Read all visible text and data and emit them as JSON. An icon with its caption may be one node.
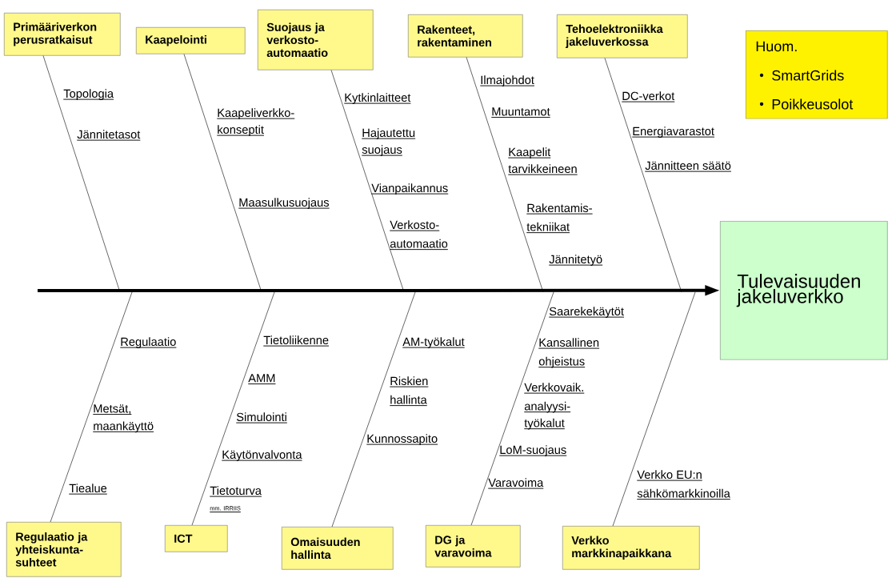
{
  "diagram": {
    "nodes": [
      {
        "text": [
          "Primääriverkon perusratkaisut"
        ]
      },
      {
        "text": [
          "Kaapelointi"
        ]
      },
      {
        "text": [
          "Suojaus ja verkosto-automaatio"
        ]
      },
      {
        "text": [
          "Rakenteet, rakentaminen"
        ]
      },
      {
        "text": [
          "Tehoelektroniikka jakeluverkossa"
        ]
      },
      {
        "text": [
          "Huom.",
          "SmartGrids",
          "Poikkeusolot"
        ]
      },
      {
        "text": [
          "Tulevaisuuden jakeluverkko"
        ]
      },
      {
        "text": [
          "Regulaatio ja yhteiskunta-suhteet"
        ]
      },
      {
        "text": [
          "ICT"
        ]
      },
      {
        "text": [
          "Omaisuuden hallinta"
        ]
      },
      {
        "text": [
          "DG ja varavoima"
        ]
      },
      {
        "text": [
          "Verkko markkinapaikkana"
        ]
      }
    ],
    "edges": [
      {
        "from": 0,
        "to": null,
        "arrow": "none"
      },
      {
        "from": 1,
        "to": null,
        "arrow": "none"
      },
      {
        "from": 2,
        "to": null,
        "arrow": "none"
      },
      {
        "from": 3,
        "to": null,
        "arrow": "none"
      },
      {
        "from": 4,
        "to": null,
        "arrow": "none"
      },
      {
        "from": 7,
        "to": null,
        "arrow": "none"
      },
      {
        "from": 8,
        "to": null,
        "arrow": "none"
      },
      {
        "from": 9,
        "to": null,
        "arrow": "none"
      },
      {
        "from": 10,
        "to": null,
        "arrow": "none"
      },
      {
        "from": 11,
        "to": null,
        "arrow": "none"
      },
      {
        "from": null,
        "to": 6,
        "arrow": "to",
        "style": "thick"
      }
    ],
    "labels": [
      "Topologia",
      "Jännitetasot",
      "Kaapeliverkko- konseptit",
      "Maasulkusuojaus",
      "Kytkinlaitteet",
      "Hajautettu suojaus",
      "Vianpaikannus",
      "Verkosto- automaatio",
      "Ilmajohdot",
      "Muuntamot",
      "Kaapelit tarvikkeineen",
      "Rakentamis- tekniikat",
      "Jännitetyö",
      "DC-verkot",
      "Energiavarastot",
      "Jännitteen säätö",
      "Regulaatio",
      "Metsät, maankäyttö",
      "Tiealue",
      "Tietoliikenne",
      "AMM",
      "Simulointi",
      "Käytönvalvonta",
      "Tietoturva",
      "mm. IRRIIS",
      "AM-työkalut",
      "Riskien hallinta",
      "Kunnossapito",
      "Saarekekäytöt",
      "Kansallinen ohjeistus",
      "Verkkovaik. analyysi- työkalut",
      "LoM-suojaus",
      "Varavoima",
      "Verkko EU:n sähkömarkkinoilla"
    ]
  }
}
